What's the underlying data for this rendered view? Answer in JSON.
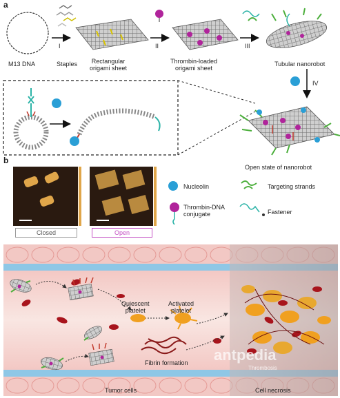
{
  "panel_a": {
    "letter": "a",
    "labels": {
      "m13": "M13 DNA",
      "staples": "Staples",
      "rect_sheet": "Rectangular\norigami sheet",
      "thrombin_sheet": "Thrombin-loaded\norigami sheet",
      "tubular": "Tubular nanorobot",
      "open_state": "Open state of nanorobot"
    },
    "steps": [
      "I",
      "II",
      "III",
      "IV"
    ]
  },
  "panel_b": {
    "letter": "b",
    "closed_label": "Closed",
    "open_label": "Open",
    "colors": {
      "closed_border": "#9a9a9a",
      "open_border": "#c34fc3",
      "nucleolin": "#2a9fd6",
      "thrombin": "#b0249b",
      "targeting": "#4caf3c",
      "fastener": "#2bb3a7"
    },
    "legend": [
      {
        "icon": "nucleolin-icon",
        "label": "Nucleolin"
      },
      {
        "icon": "thrombin-dna-icon",
        "label": "Thrombin-DNA\nconjugate"
      },
      {
        "icon": "targeting-strand-icon",
        "label": "Targeting strands"
      },
      {
        "icon": "fastener-icon",
        "label": "Fastener"
      }
    ]
  },
  "panel_c": {
    "quiescent": "Quiescent\nplatelet",
    "activated": "Activated\nplatelet",
    "fibrin": "Fibrin formation",
    "tumor": "Tumor cells",
    "necrosis": "Cell necrosis",
    "watermark": "antpedia",
    "watermark_sub": "Thrombosis"
  }
}
